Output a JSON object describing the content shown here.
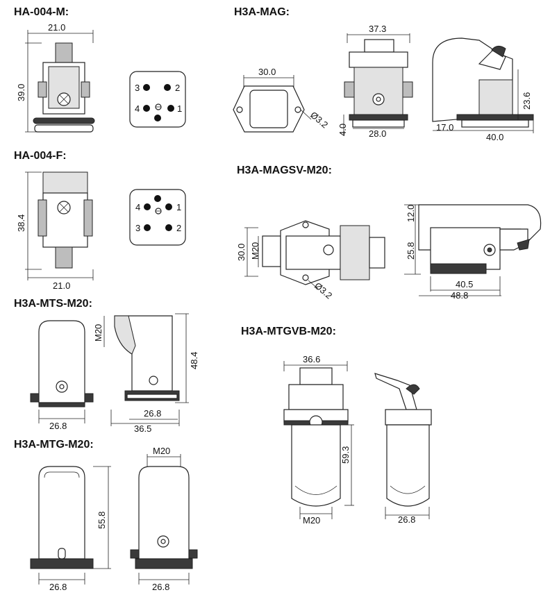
{
  "titles": {
    "ha004m": "HA-004-M:",
    "ha004f": "HA-004-F:",
    "mts": "H3A-MTS-M20:",
    "mtg": "H3A-MTG-M20:",
    "mag": "H3A-MAG:",
    "magsv": "H3A-MAGSV-M20:",
    "mtgvb": "H3A-MTGVB-M20:"
  },
  "ha004m": {
    "width": "21.0",
    "height": "39.0",
    "pins": [
      "3",
      "2",
      "4",
      "1"
    ]
  },
  "ha004f": {
    "width": "21.0",
    "height": "38.4",
    "pins": [
      "4",
      "1",
      "3",
      "2"
    ]
  },
  "mts": {
    "width_front": "26.8",
    "m20": "M20",
    "height": "48.4",
    "width_side": "26.8",
    "depth": "36.5"
  },
  "mtg": {
    "height": "55.8",
    "width_front": "26.8",
    "m20": "M20",
    "width_side": "26.8"
  },
  "mag": {
    "plate_width": "30.0",
    "hole": "Ø3.2",
    "top_width": "37.3",
    "base_h": "4.0",
    "base_w": "28.0",
    "height": "23.6",
    "offset": "17.0",
    "length": "40.0"
  },
  "magsv": {
    "height_left": "30.0",
    "m20": "M20",
    "hole": "Ø3.2",
    "top_h": "12.0",
    "body_h": "25.8",
    "len1": "40.5",
    "len2": "48.8"
  },
  "mtgvb": {
    "top_w": "36.6",
    "height": "59.3",
    "m20": "M20",
    "side_w": "26.8"
  }
}
